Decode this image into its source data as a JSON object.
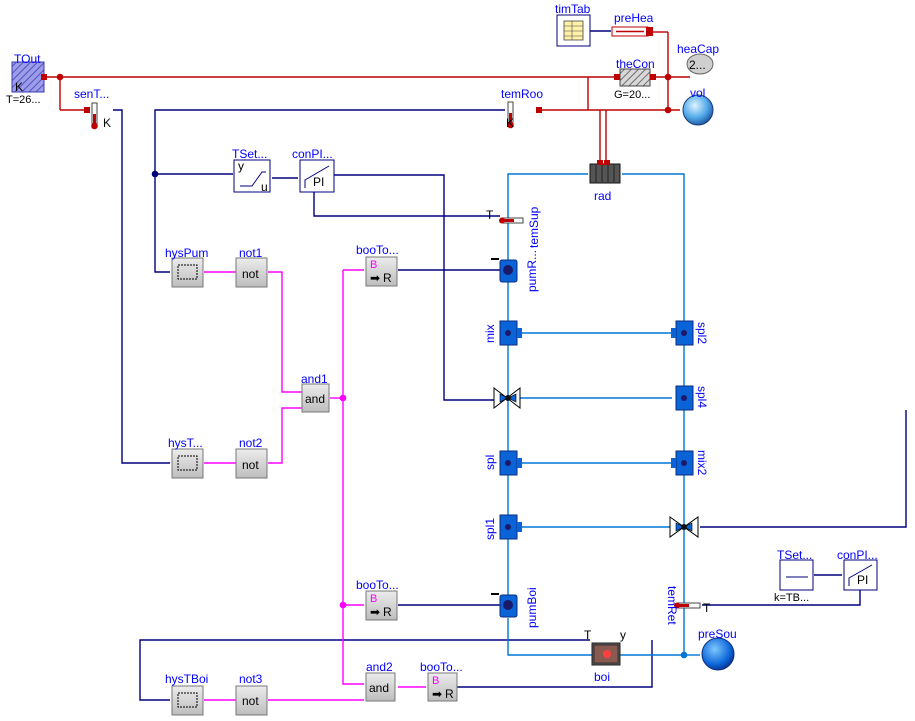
{
  "components": {
    "TOut": {
      "name": "TOut",
      "value": "T=26...",
      "unit": "K"
    },
    "senTOut": {
      "name": "senT...",
      "unit": "K"
    },
    "timTab": {
      "name": "timTab"
    },
    "preHea": {
      "name": "preHea"
    },
    "heaCap": {
      "name": "heaCap",
      "value": "2..."
    },
    "theCon": {
      "name": "theCon",
      "value": "G=20..."
    },
    "vol": {
      "name": "vol"
    },
    "temRoo": {
      "name": "temRoo",
      "unit": "K"
    },
    "TSet": {
      "name": "TSet...",
      "out": "y",
      "in": "u"
    },
    "conPI": {
      "name": "conPI...",
      "text": "PI"
    },
    "rad": {
      "name": "rad"
    },
    "temSup": {
      "name": "temSup",
      "text": "T"
    },
    "hysPum": {
      "name": "hysPum"
    },
    "not1": {
      "name": "not1",
      "text": "not"
    },
    "booToRea1": {
      "name": "booTo...",
      "b": "B",
      "r": "R"
    },
    "pumRad": {
      "name": "pumR..."
    },
    "mix": {
      "name": "mix"
    },
    "spl2": {
      "name": "spl2"
    },
    "and1": {
      "name": "and1",
      "text": "and"
    },
    "spl4": {
      "name": "spl4"
    },
    "hysTOut": {
      "name": "hysT..."
    },
    "not2": {
      "name": "not2",
      "text": "not"
    },
    "spl": {
      "name": "spl"
    },
    "mix2": {
      "name": "mix2"
    },
    "spl1": {
      "name": "spl1"
    },
    "TSetBoi": {
      "name": "TSet...",
      "value": "k=TB..."
    },
    "conPIBoi": {
      "name": "conPI...",
      "text": "PI"
    },
    "booToRea2": {
      "name": "booTo...",
      "b": "B",
      "r": "R"
    },
    "pumBoi": {
      "name": "pumBoi"
    },
    "temRet": {
      "name": "temRet",
      "text": "T"
    },
    "preSou": {
      "name": "preSou"
    },
    "boi": {
      "name": "boi",
      "in": "T",
      "out": "y"
    },
    "hysTBoi": {
      "name": "hysTBoi"
    },
    "not3": {
      "name": "not3",
      "text": "not"
    },
    "and2": {
      "name": "and2",
      "text": "and"
    },
    "booToRea3": {
      "name": "booTo...",
      "b": "B",
      "r": "R"
    }
  },
  "colors": {
    "heat": "#bf0000",
    "signal": "#00007f",
    "boolean": "#ff00ff",
    "fluid": "#0076d6",
    "label": "#0000ff"
  }
}
